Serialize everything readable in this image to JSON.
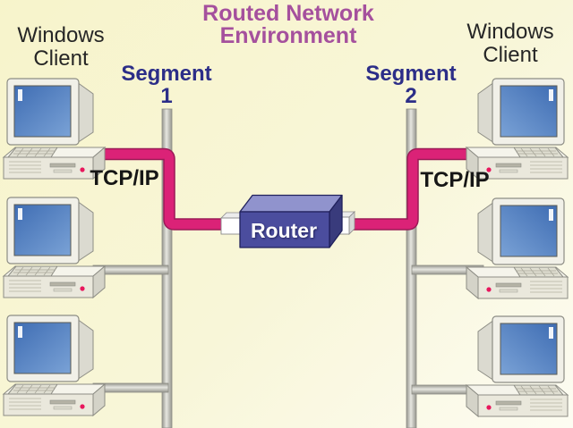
{
  "diagram": {
    "title_line1": "Routed Network",
    "title_line2": "Environment",
    "router_label": "Router",
    "left": {
      "client_line1": "Windows",
      "client_line2": "Client",
      "segment_line1": "Segment",
      "segment_line2": "1",
      "protocol": "TCP/IP",
      "client_count": 3
    },
    "right": {
      "client_line1": "Windows",
      "client_line2": "Client",
      "segment_line1": "Segment",
      "segment_line2": "2",
      "protocol": "TCP/IP",
      "client_count": 3
    },
    "colors": {
      "background_top": "#f7f4cb",
      "background_bottom": "#fdfcf2",
      "title_text": "#a5509d",
      "segment_text": "#2c2e88",
      "protocol_text": "#161616",
      "client_text": "#262626",
      "link_pink": "#db2277",
      "link_pink_outline": "#9a1a56",
      "bus_gray": "#96968e",
      "router_front": "#4b4d9e",
      "router_top": "#9093cd",
      "router_side": "#393b7c",
      "router_text": "#ffffff",
      "screen_blue": "#4d7cc0"
    }
  }
}
